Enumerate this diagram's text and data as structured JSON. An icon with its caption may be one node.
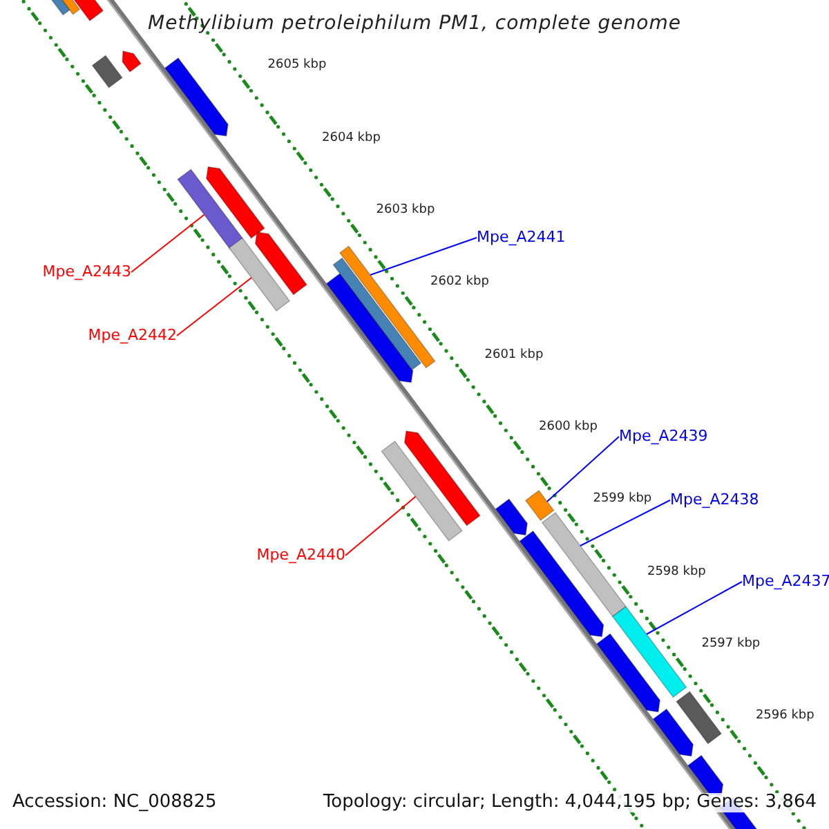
{
  "diagram": {
    "title": "Methylibium petroleiphilum PM1, complete genome",
    "nodes": [
      {
        "text": [
          "Mpe_A2443"
        ]
      },
      {
        "text": [],
        "shape": "bar"
      },
      {
        "text": [
          "Mpe_A2442"
        ]
      },
      {
        "text": [],
        "shape": "bar"
      },
      {
        "text": [
          "Mpe_A2440"
        ]
      },
      {
        "text": [],
        "shape": "bar"
      },
      {
        "text": [
          "Mpe_A2441"
        ]
      },
      {
        "text": [],
        "shape": "bar"
      },
      {
        "text": [
          "Mpe_A2439"
        ]
      },
      {
        "text": [],
        "shape": "bar"
      },
      {
        "text": [
          "Mpe_A2438"
        ]
      },
      {
        "text": [],
        "shape": "bar"
      },
      {
        "text": [
          "Mpe_A2437"
        ]
      },
      {
        "text": [],
        "shape": "bar"
      }
    ],
    "edges": [
      {
        "from": 0,
        "to": 1,
        "arrow": "none",
        "color": "#ff0000"
      },
      {
        "from": 2,
        "to": 3,
        "arrow": "none",
        "color": "#ff0000"
      },
      {
        "from": 4,
        "to": 5,
        "arrow": "none",
        "color": "#ff0000"
      },
      {
        "from": 6,
        "to": 7,
        "arrow": "none"
      },
      {
        "from": 8,
        "to": 9,
        "arrow": "none"
      },
      {
        "from": 10,
        "to": 11,
        "arrow": "none"
      },
      {
        "from": 12,
        "to": 13,
        "arrow": "none"
      }
    ],
    "labels": [
      "2605 kbp",
      "2604 kbp",
      "2603 kbp",
      "2602 kbp",
      "2601 kbp",
      "2600 kbp",
      "2599 kbp",
      "2598 kbp",
      "2597 kbp",
      "2596 kbp",
      "Accession: NC_008825",
      "Topology: circular; Length: 4,044,195 bp; Genes: 3,864"
    ]
  }
}
